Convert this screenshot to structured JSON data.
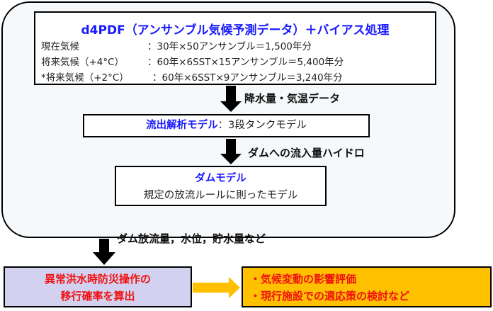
{
  "source_box": {
    "title": "d4PDF（アンサンブル気候予測データ）＋バイアス処理",
    "rows": [
      {
        "label": "現在気候",
        "value": "：30年×50アンサンブル＝1,500年分"
      },
      {
        "label": "将来気候（+4°C）",
        "value": "：60年×6SST×15アンサンブル＝5,400年分"
      },
      {
        "label": "*将来気候（+2°C）",
        "value": "：60年×6SST×9アンサンブル＝3,240年分"
      }
    ]
  },
  "arrow1_label": "降水量・気温データ",
  "runoff_box": {
    "title": "流出解析モデル",
    "detail": "：3段タンクモデル"
  },
  "arrow2_label": "ダムへの流入量ハイドロ",
  "dam_box": {
    "title": "ダムモデル",
    "detail": "規定の放流ルールに則ったモデル"
  },
  "arrow3_label": "ダム放流量，水位，貯水量など",
  "result_box": {
    "line1": "異常洪水時防災操作の",
    "line2": "移行確率を算出"
  },
  "outcome_box": {
    "items": [
      "・気候変動の影響評価",
      "・現行施設での適応策の検討など"
    ]
  },
  "colors": {
    "blue": "#1a1aff",
    "red": "#f01010",
    "purple_fill": "#d2d2f0",
    "orange_fill": "#ffc000",
    "orange_arrow": "#ffc000"
  }
}
